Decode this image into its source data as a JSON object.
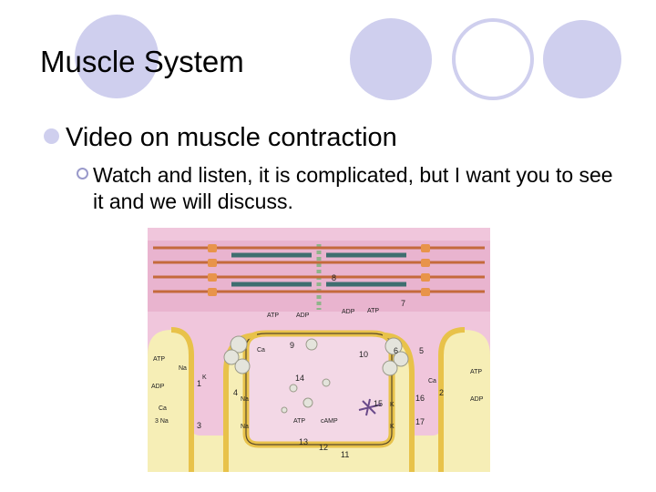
{
  "slide": {
    "title": "Muscle System",
    "bullet_level1": "Video on muscle contraction",
    "bullet_level2": "Watch and listen, it is complicated, but I want you to see it and we will discuss."
  },
  "figure": {
    "labels": {
      "atp": "ATP",
      "adp": "ADP",
      "na": "Na",
      "k": "K",
      "ca": "Ca",
      "three_na": "3 Na",
      "camp": "cAMP",
      "plus": "+",
      "double_plus": "++"
    },
    "numbers": [
      "1",
      "2",
      "3",
      "4",
      "5",
      "6",
      "7",
      "8",
      "9",
      "10",
      "11",
      "12",
      "13",
      "14",
      "15",
      "16",
      "17"
    ]
  },
  "colors": {
    "accent_circle": "#cfcfee",
    "cytoplasm": "#f0c6dc",
    "extracellular": "#f6eeb6",
    "membrane": "#e8c24a"
  }
}
